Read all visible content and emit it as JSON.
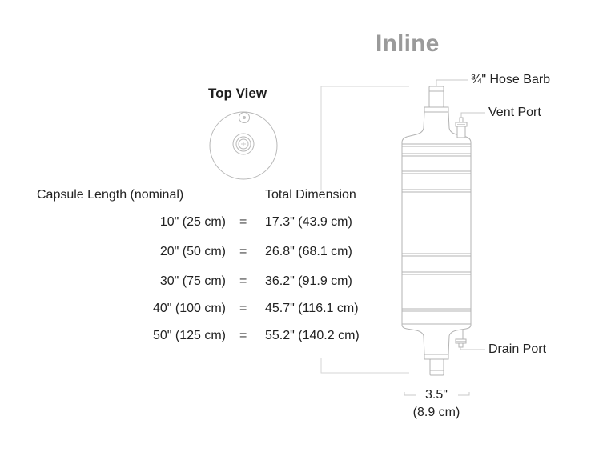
{
  "diagram": {
    "title": "Inline",
    "top_view_label": "Top View",
    "callouts": {
      "hose_barb": "¾\" Hose Barb",
      "vent_port": "Vent Port",
      "drain_port": "Drain Port"
    },
    "table": {
      "header_left": "Capsule Length (nominal)",
      "header_right": "Total Dimension",
      "rows": [
        {
          "length": "10\" (25 cm)",
          "eq": "=",
          "total": "17.3\" (43.9 cm)"
        },
        {
          "length": "20\" (50 cm)",
          "eq": "=",
          "total": "26.8\" (68.1 cm)"
        },
        {
          "length": "30\" (75 cm)",
          "eq": "=",
          "total": "36.2\" (91.9 cm)"
        },
        {
          "length": "40\" (100 cm)",
          "eq": "=",
          "total": "45.7\" (116.1 cm)"
        },
        {
          "length": "50\" (125 cm)",
          "eq": "=",
          "total": "55.2\" (140.2 cm)"
        }
      ]
    },
    "width_dimension": {
      "imperial": "3.5\"",
      "metric": "(8.9 cm)"
    },
    "colors": {
      "title": "#9a9a9a",
      "line": "#c8c8c8",
      "outline": "#b0b0b0",
      "text": "#222222"
    }
  }
}
